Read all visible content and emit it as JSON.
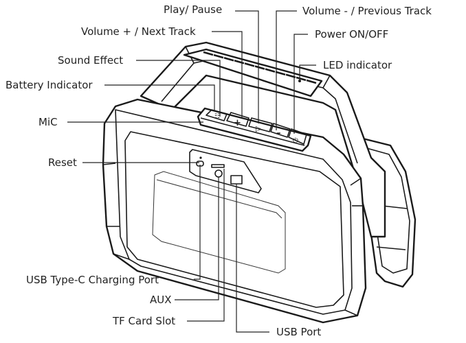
{
  "labels": {
    "play_pause": "Play/ Pause",
    "volume_minus": "Volume - / Previous Track",
    "volume_plus": "Volume + / Next Track",
    "power": "Power ON/OFF",
    "sound_effect": "Sound Effect",
    "led_indicator": "LED indicator",
    "battery_indicator": "Battery Indicator",
    "mic": "MiC",
    "reset": "Reset",
    "usb_type_c": "USB Type-C Charging Port",
    "aux": "AUX",
    "tf_card": "TF Card Slot",
    "usb_port": "USB Port"
  },
  "icons": {
    "plus": "+",
    "minus": "–",
    "play": "▷",
    "power": "⏻",
    "sound_effect": "☷"
  },
  "colors": {
    "ink": "#1a1a1a",
    "background": "#ffffff"
  }
}
